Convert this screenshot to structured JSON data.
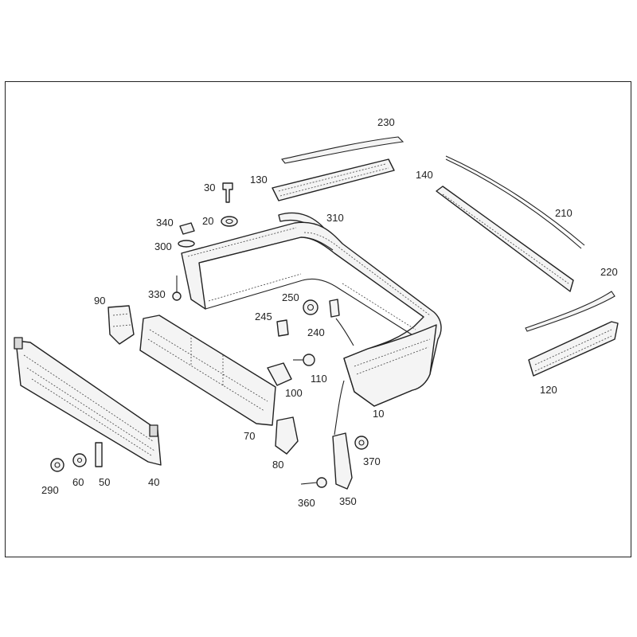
{
  "diagram": {
    "callouts": {
      "p10": "10",
      "p20": "20",
      "p30": "30",
      "p40": "40",
      "p50": "50",
      "p60": "60",
      "p70": "70",
      "p80": "80",
      "p90": "90",
      "p100": "100",
      "p110": "110",
      "p120": "120",
      "p130": "130",
      "p140": "140",
      "p210": "210",
      "p220": "220",
      "p230": "230",
      "p240": "240",
      "p245": "245",
      "p250": "250",
      "p290": "290",
      "p300": "300",
      "p310": "310",
      "p330": "330",
      "p340": "340",
      "p350": "350",
      "p360": "360",
      "p370": "370"
    }
  }
}
